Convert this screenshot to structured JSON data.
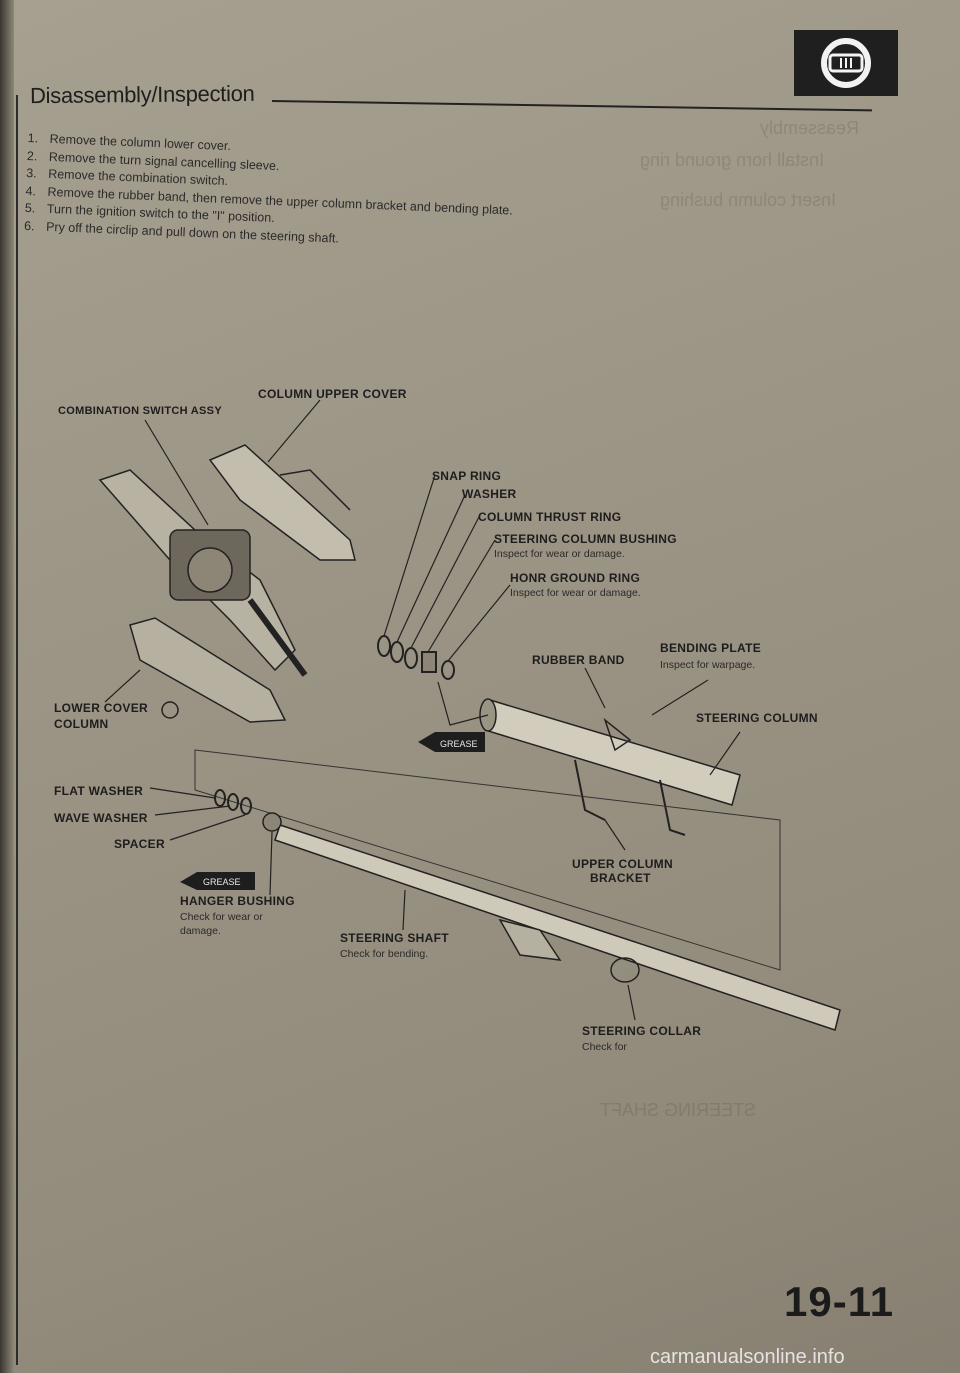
{
  "header": {
    "section_title": "Disassembly/Inspection",
    "logo": "steering-wheel-icon"
  },
  "steps": [
    {
      "num": "1.",
      "text": "Remove the column lower cover."
    },
    {
      "num": "2.",
      "text": "Remove the turn signal cancelling sleeve."
    },
    {
      "num": "3.",
      "text": "Remove the combination switch."
    },
    {
      "num": "4.",
      "text": "Remove the rubber band, then remove the upper column bracket and bending plate."
    },
    {
      "num": "5.",
      "text": "Turn the ignition switch to the \"I\" position."
    },
    {
      "num": "6.",
      "text": "Pry off the circlip and pull down on the steering shaft."
    }
  ],
  "diagram": {
    "column_upper_cover": "COLUMN UPPER COVER",
    "combination_switch_assy": "COMBINATION SWITCH ASSY",
    "snap_ring": "SNAP RING",
    "washer": "WASHER",
    "column_thrust_ring": "COLUMN THRUST RING",
    "steering_column_bushing": "STEERING COLUMN BUSHING",
    "steering_column_bushing_note": "Inspect for wear or damage.",
    "honr_ground_ring": "HONR GROUND RING",
    "honr_ground_ring_note": "Inspect for wear or damage.",
    "bending_plate": "BENDING PLATE",
    "bending_plate_note": "Inspect for warpage.",
    "rubber_band": "RUBBER BAND",
    "steering_column": "STEERING COLUMN",
    "lower_cover_line1": "LOWER COVER",
    "lower_cover_line2": "COLUMN",
    "flat_washer": "FLAT WASHER",
    "wave_washer": "WAVE WASHER",
    "spacer": "SPACER",
    "grease_1": "GREASE",
    "grease_2": "GREASE",
    "upper_column_bracket_line1": "UPPER COLUMN",
    "upper_column_bracket_line2": "BRACKET",
    "hanger_bushing": "HANGER BUSHING",
    "hanger_bushing_note_line1": "Check for wear or",
    "hanger_bushing_note_line2": "damage.",
    "steering_shaft": "STEERING SHAFT",
    "steering_shaft_note": "Check for bending.",
    "steering_collar": "STEERING COLLAR",
    "steering_collar_note": "Check for"
  },
  "footer": {
    "page_number": "19-11",
    "watermark": "carmanualsonline.info"
  }
}
